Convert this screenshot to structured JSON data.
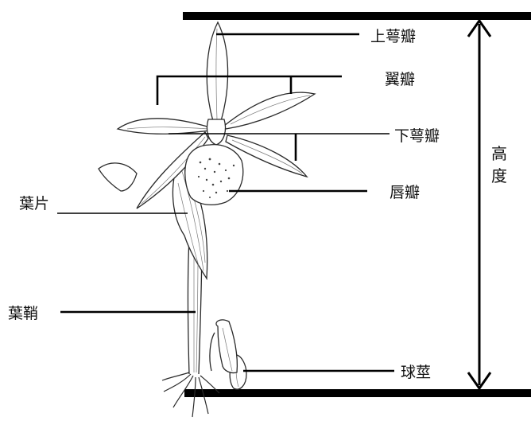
{
  "labels": {
    "dorsal_sepal": "上萼瓣",
    "petals": "翼瓣",
    "lateral_sepal": "下萼瓣",
    "lip": "唇瓣",
    "leaf": "葉片",
    "leaf_sheath": "葉鞘",
    "pseudobulb": "球莖",
    "height_char1": "高",
    "height_char2": "度"
  }
}
